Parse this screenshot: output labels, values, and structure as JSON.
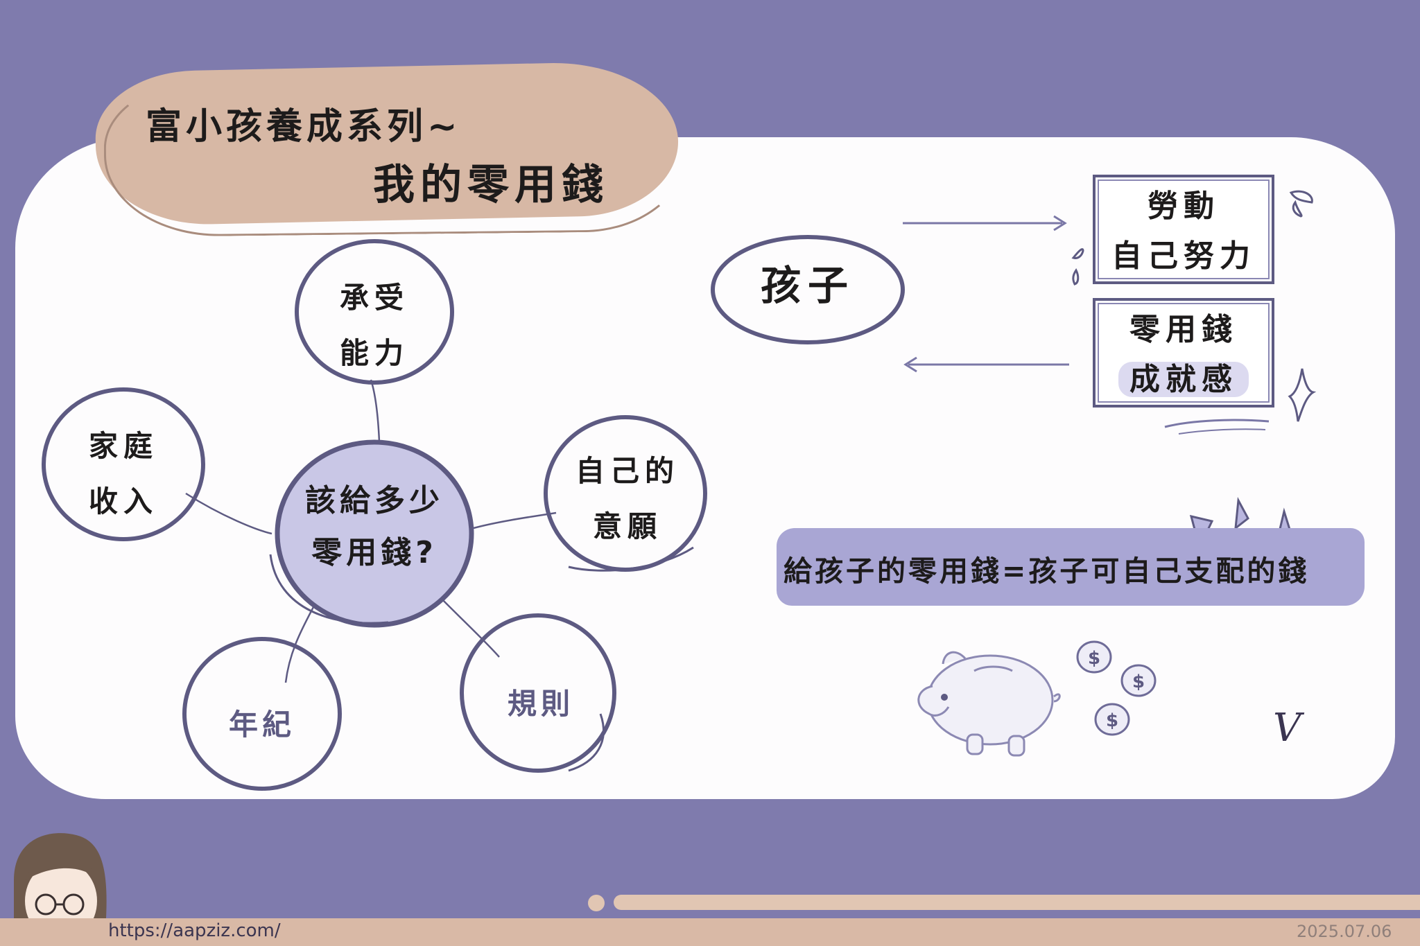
{
  "title": {
    "line1": "富小孩養成系列~",
    "line2": "我的零用錢"
  },
  "center": {
    "line1": "該給多少",
    "line2": "零用錢?"
  },
  "nodes": {
    "capacity": {
      "line1": "承受",
      "line2": "能力"
    },
    "family_income": {
      "line1": "家庭",
      "line2": "收入"
    },
    "own_will": {
      "line1": "自己的",
      "line2": "意願"
    },
    "age": {
      "label": "年紀"
    },
    "rules": {
      "label": "規則"
    }
  },
  "child": {
    "label": "孩子"
  },
  "boxes": {
    "labor": {
      "line1": "勞動",
      "line2": "自己努力"
    },
    "money": {
      "line1": "零用錢",
      "line2": "成就感"
    }
  },
  "banner": {
    "text": "給孩子的零用錢=孩子可自己支配的錢"
  },
  "footer": {
    "url": "https://aapziz.com/",
    "date": "2025.07.06"
  },
  "logo": {
    "letter": "V"
  },
  "colors": {
    "background": "#7f7bad",
    "board": "#fdfcfd",
    "title_blob": "#d7b8a5",
    "center_fill": "#c9c7e6",
    "circle_stroke": "#5d5a82",
    "banner": "#a9a6d4",
    "footer": "#d9b9a6"
  },
  "icons": [
    "piggy-bank-icon",
    "dollar-coin-icon",
    "sparkle-icon",
    "sweat-drop-icon",
    "avatar-icon"
  ]
}
